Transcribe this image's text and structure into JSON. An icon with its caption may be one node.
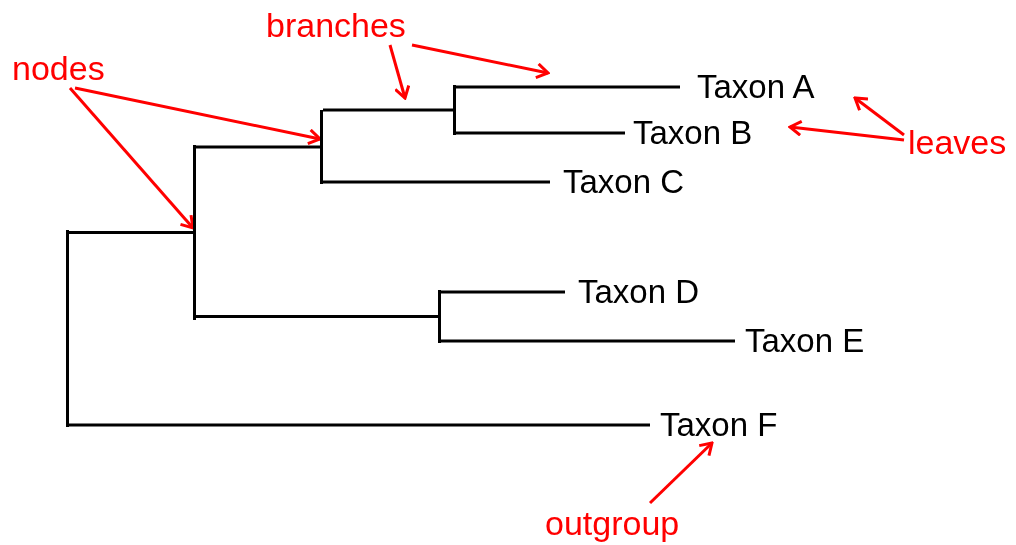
{
  "diagram": {
    "nodes": [
      {
        "text": [
          "branches"
        ]
      },
      {
        "text": [
          "nodes"
        ]
      },
      {
        "text": [
          "Taxon A"
        ]
      },
      {
        "text": [
          "leaves"
        ]
      },
      {
        "text": [
          "Taxon B"
        ]
      },
      {
        "text": [
          "Taxon C"
        ]
      },
      {
        "text": [
          "Taxon D"
        ]
      },
      {
        "text": [
          "Taxon E"
        ]
      },
      {
        "text": [
          "Taxon F"
        ]
      },
      {
        "text": [
          "outgroup"
        ]
      },
      {
        "text": [],
        "shape": "bar"
      },
      {
        "text": [],
        "shape": "bar"
      },
      {
        "text": [],
        "shape": "bar"
      },
      {
        "text": [],
        "shape": "bar"
      },
      {
        "text": [],
        "shape": "bar"
      }
    ],
    "edges": [
      {
        "from": 10,
        "to": 11,
        "arrow": "none"
      },
      {
        "from": 10,
        "to": 8,
        "arrow": "none"
      },
      {
        "from": 11,
        "to": 12,
        "arrow": "none"
      },
      {
        "from": 11,
        "to": 14,
        "arrow": "none"
      },
      {
        "from": 12,
        "to": 13,
        "arrow": "none"
      },
      {
        "from": 12,
        "to": 5,
        "arrow": "none"
      },
      {
        "from": 13,
        "to": 2,
        "arrow": "none"
      },
      {
        "from": 13,
        "to": 4,
        "arrow": "none"
      },
      {
        "from": 14,
        "to": 6,
        "arrow": "none"
      },
      {
        "from": 14,
        "to": 7,
        "arrow": "none"
      },
      {
        "from": 1,
        "to": 12,
        "arrow": "to",
        "color": "#ff0000"
      },
      {
        "from": 1,
        "to": 11,
        "arrow": "to",
        "color": "#ff0000"
      },
      {
        "from": 0,
        "to": null,
        "arrow": "to",
        "color": "#ff0000"
      },
      {
        "from": 0,
        "to": null,
        "arrow": "to",
        "color": "#ff0000"
      },
      {
        "from": 3,
        "to": 2,
        "arrow": "to",
        "color": "#ff0000"
      },
      {
        "from": 3,
        "to": 4,
        "arrow": "to",
        "color": "#ff0000"
      },
      {
        "from": 9,
        "to": 8,
        "arrow": "to",
        "color": "#ff0000"
      }
    ]
  }
}
